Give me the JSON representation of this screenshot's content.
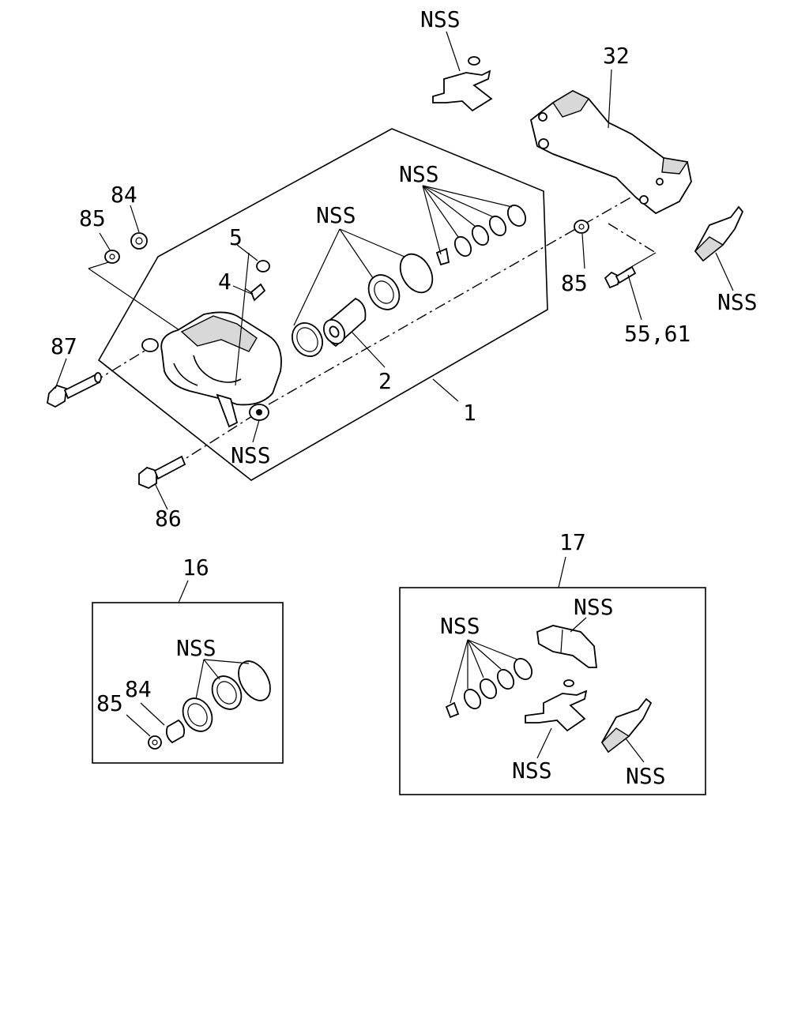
{
  "labels": {
    "nss": "NSS",
    "item_1": "1",
    "item_2": "2",
    "item_4": "4",
    "item_5": "5",
    "item_16": "16",
    "item_17": "17",
    "item_32": "32",
    "item_55_61": "55,61",
    "item_84": "84",
    "item_85": "85",
    "item_86": "86",
    "item_87": "87"
  }
}
